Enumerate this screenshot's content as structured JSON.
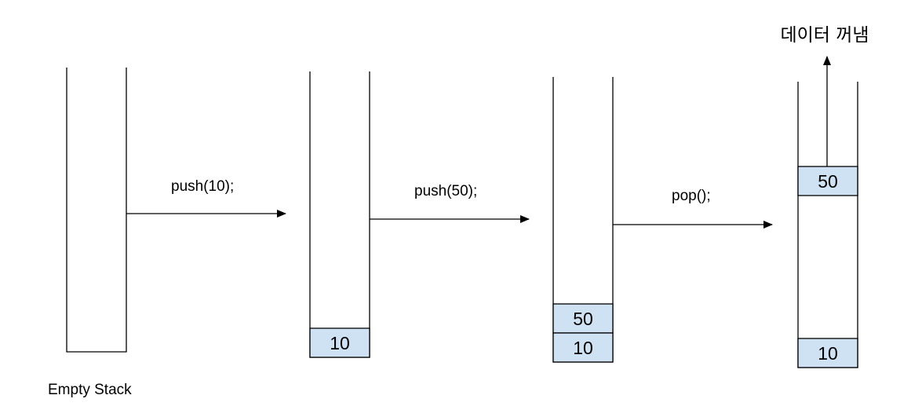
{
  "empty_label": "Empty Stack",
  "operations": [
    {
      "label": "push(10);"
    },
    {
      "label": "push(50);"
    },
    {
      "label": "pop();"
    }
  ],
  "stacks": [
    {
      "items": []
    },
    {
      "items": [
        "10"
      ]
    },
    {
      "items": [
        "50",
        "10"
      ]
    },
    {
      "items": [
        "50",
        "10"
      ]
    }
  ],
  "popped_label": "데이터 꺼냄",
  "colors": {
    "cell_fill": "#cfe2f3",
    "line": "#000000"
  }
}
